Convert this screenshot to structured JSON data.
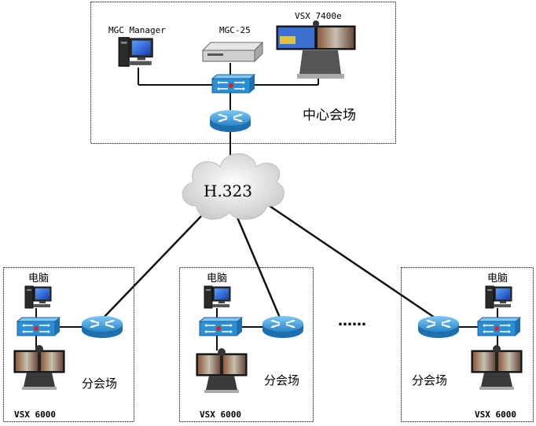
{
  "central_site": {
    "label": "中心会场",
    "devices": {
      "mgc_manager": "MGC Manager",
      "mgc_25": "MGC-25",
      "vsx_7400e": "VSX 7400e"
    }
  },
  "network": {
    "label": "H.323"
  },
  "branch_sites": [
    {
      "pc_label": "电脑",
      "site_label": "分会场",
      "vsx_label": "VSX 6000"
    },
    {
      "pc_label": "电脑",
      "site_label": "分会场",
      "vsx_label": "VSX 6000"
    },
    {
      "pc_label": "电脑",
      "site_label": "分会场",
      "vsx_label": "VSX 6000"
    }
  ],
  "ellipsis": "……",
  "colors": {
    "router": "#2f8fd3",
    "switch": "#3a9ee0",
    "cloud": "#d8d8d8",
    "link": "#111111"
  }
}
